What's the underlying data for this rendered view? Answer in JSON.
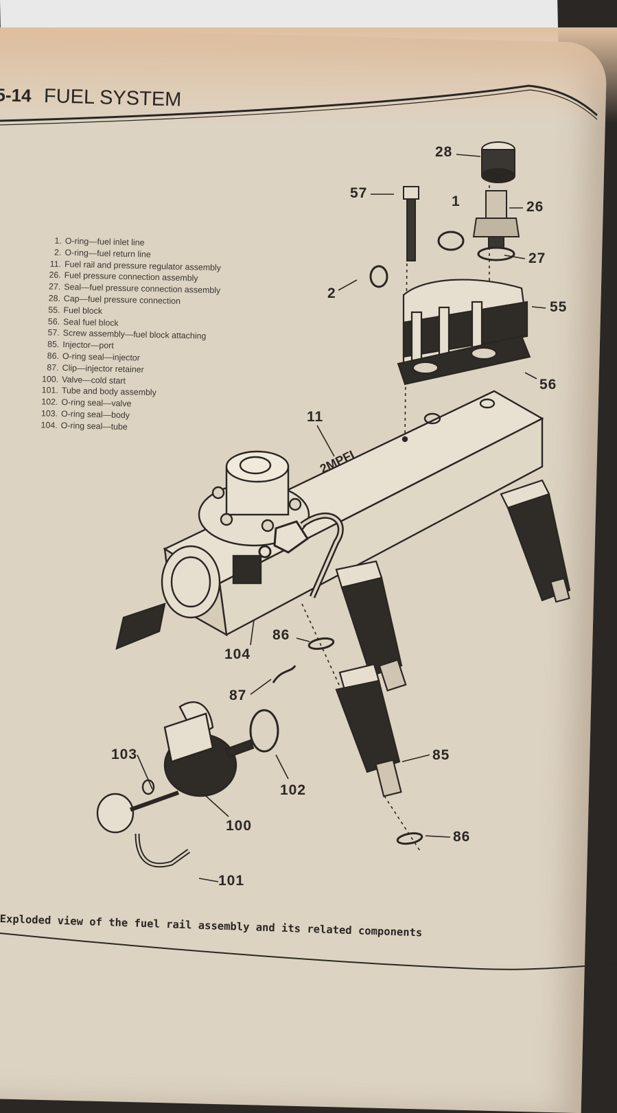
{
  "header": {
    "section_number": "5-14",
    "section_title": "FUEL SYSTEM"
  },
  "legend": [
    {
      "num": "1.",
      "text": "O-ring—fuel inlet line"
    },
    {
      "num": "2.",
      "text": "O-ring—fuel return line"
    },
    {
      "num": "11.",
      "text": "Fuel rail and pressure regulator assembly"
    },
    {
      "num": "26.",
      "text": "Fuel pressure connection assembly"
    },
    {
      "num": "27.",
      "text": "Seal—fuel pressure connection assembly"
    },
    {
      "num": "28.",
      "text": "Cap—fuel pressure connection"
    },
    {
      "num": "55.",
      "text": "Fuel block"
    },
    {
      "num": "56.",
      "text": "Seal fuel block"
    },
    {
      "num": "57.",
      "text": "Screw assembly—fuel block attaching"
    },
    {
      "num": "85.",
      "text": "Injector—port"
    },
    {
      "num": "86.",
      "text": "O-ring seal—injector"
    },
    {
      "num": "87.",
      "text": "Clip—injector retainer"
    },
    {
      "num": "100.",
      "text": "Valve—cold start"
    },
    {
      "num": "101.",
      "text": "Tube and body assembly"
    },
    {
      "num": "102.",
      "text": "O-ring seal—valve"
    },
    {
      "num": "103.",
      "text": "O-ring seal—body"
    },
    {
      "num": "104.",
      "text": "O-ring seal—tube"
    }
  ],
  "callouts": {
    "c28": "28",
    "c57": "57",
    "c1": "1",
    "c26": "26",
    "c27": "27",
    "c2": "2",
    "c55": "55",
    "c56": "56",
    "c11": "11",
    "c86a": "86",
    "c104": "104",
    "c87": "87",
    "c103": "103",
    "c85": "85",
    "c102": "102",
    "c100": "100",
    "c86b": "86",
    "c101": "101"
  },
  "rail_stamp": "2MPFI",
  "caption": "Exploded view of the fuel rail assembly and its related components",
  "colors": {
    "paper": "#ddd3c2",
    "ink": "#2a2622",
    "background": "#2a2724"
  }
}
